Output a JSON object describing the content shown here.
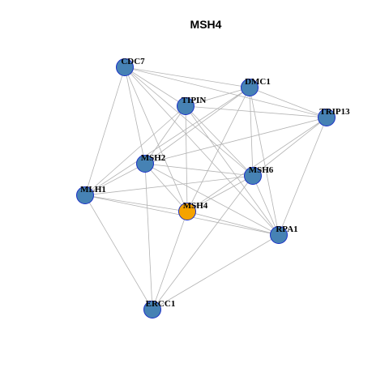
{
  "title": "MSH4",
  "colors": {
    "node_fill": "#4682b4",
    "highlight_fill": "#f5a300",
    "node_stroke": "#1a2fc7",
    "edge": "#b3b3b3"
  },
  "nodes": [
    {
      "id": "CDC7",
      "label": "CDC7"
    },
    {
      "id": "DMC1",
      "label": "DMC1"
    },
    {
      "id": "TIPIN",
      "label": "TIPIN"
    },
    {
      "id": "TRIP13",
      "label": "TRIP13"
    },
    {
      "id": "MSH2",
      "label": "MSH2"
    },
    {
      "id": "MSH6",
      "label": "MSH6"
    },
    {
      "id": "MLH1",
      "label": "MLH1"
    },
    {
      "id": "MSH4",
      "label": "MSH4",
      "highlight": true
    },
    {
      "id": "RPA1",
      "label": "RPA1"
    },
    {
      "id": "ERCC1",
      "label": "ERCC1"
    }
  ],
  "edges": [
    [
      "CDC7",
      "DMC1"
    ],
    [
      "CDC7",
      "TRIP13"
    ],
    [
      "CDC7",
      "MSH6"
    ],
    [
      "CDC7",
      "MLH1"
    ],
    [
      "CDC7",
      "MSH4"
    ],
    [
      "CDC7",
      "RPA1"
    ],
    [
      "CDC7",
      "TIPIN"
    ],
    [
      "CDC7",
      "MSH2"
    ],
    [
      "DMC1",
      "TIPIN"
    ],
    [
      "DMC1",
      "TRIP13"
    ],
    [
      "DMC1",
      "MSH2"
    ],
    [
      "DMC1",
      "MSH6"
    ],
    [
      "DMC1",
      "RPA1"
    ],
    [
      "DMC1",
      "MLH1"
    ],
    [
      "DMC1",
      "MSH4"
    ],
    [
      "TIPIN",
      "TRIP13"
    ],
    [
      "TIPIN",
      "MSH2"
    ],
    [
      "TIPIN",
      "MLH1"
    ],
    [
      "TIPIN",
      "MSH6"
    ],
    [
      "TIPIN",
      "MSH4"
    ],
    [
      "TIPIN",
      "RPA1"
    ],
    [
      "TRIP13",
      "MSH2"
    ],
    [
      "TRIP13",
      "MSH6"
    ],
    [
      "TRIP13",
      "MSH4"
    ],
    [
      "TRIP13",
      "RPA1"
    ],
    [
      "MSH2",
      "MLH1"
    ],
    [
      "MSH2",
      "MSH6"
    ],
    [
      "MSH2",
      "MSH4"
    ],
    [
      "MSH2",
      "RPA1"
    ],
    [
      "MSH2",
      "ERCC1"
    ],
    [
      "MSH6",
      "MLH1"
    ],
    [
      "MSH6",
      "RPA1"
    ],
    [
      "MSH6",
      "ERCC1"
    ],
    [
      "MSH6",
      "MSH4"
    ],
    [
      "MLH1",
      "MSH4"
    ],
    [
      "MLH1",
      "RPA1"
    ],
    [
      "MLH1",
      "ERCC1"
    ],
    [
      "MSH4",
      "RPA1"
    ],
    [
      "MSH4",
      "ERCC1"
    ],
    [
      "RPA1",
      "ERCC1"
    ]
  ]
}
